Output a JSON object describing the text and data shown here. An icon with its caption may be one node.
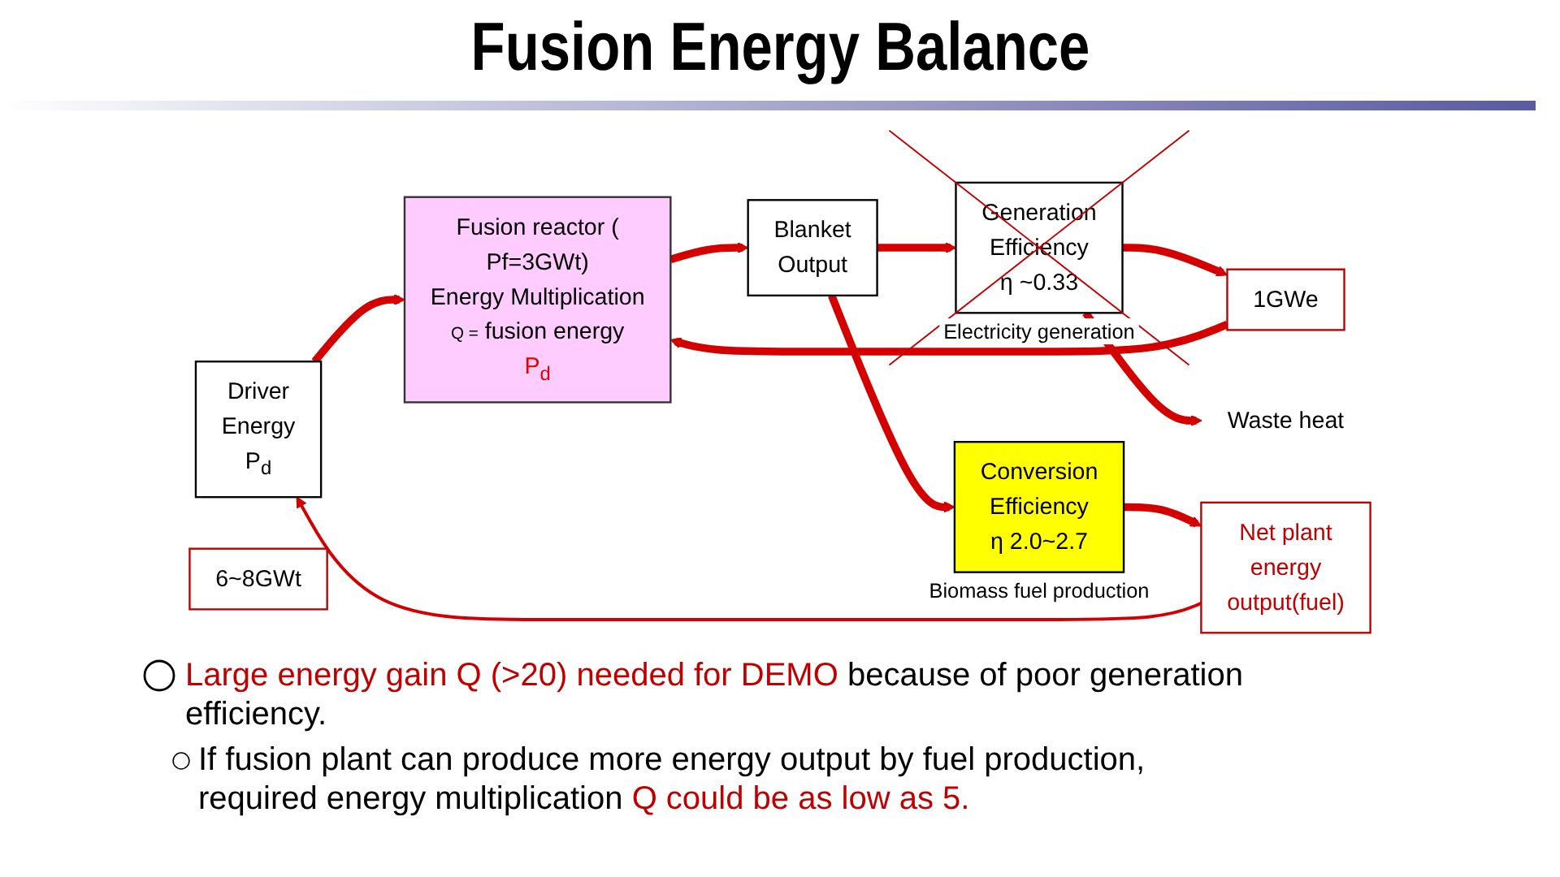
{
  "diagram": {
    "title": "Fusion Energy Balance",
    "nodes": [
      {
        "text": [
          "Driver Energy P$_{d}$"
        ]
      },
      {
        "text": [
          "Fusion reactor ( Pf=3GWt) Energy Multiplication",
          "Q =",
          "fusion energy",
          "P$_{d}$"
        ]
      },
      {
        "text": [
          "Blanket Output"
        ]
      },
      {
        "text": [
          "Net plant energy output(fuel)"
        ]
      },
      {
        "text": [
          "6~8GWt"
        ]
      },
      {
        "text": [
          "Conversion Efficiency η 2.0~2.7"
        ],
        "beside": [
          "Biomass fuel production"
        ]
      },
      {
        "text": [
          "Generation Efficiency η ~0.33"
        ],
        "beside": [
          "Electricity generation"
        ]
      },
      {
        "text": [
          "1GWe"
        ]
      },
      {
        "text": [
          "Waste heat"
        ]
      }
    ],
    "edges": [
      {
        "from": 0,
        "to": 1,
        "arrow": "to"
      },
      {
        "from": 1,
        "to": 2,
        "arrow": "to"
      },
      {
        "from": 2,
        "to": 6,
        "arrow": "to"
      },
      {
        "from": 2,
        "to": 5,
        "arrow": "to"
      },
      {
        "from": 5,
        "to": 3,
        "arrow": "to"
      },
      {
        "from": 3,
        "to": 0,
        "arrow": "to"
      },
      {
        "from": 6,
        "to": 7,
        "arrow": "to"
      },
      {
        "from": 7,
        "to": 1,
        "arrow": "to"
      },
      {
        "from": 6,
        "to": 8,
        "arrow": "to"
      }
    ],
    "labels": [
      "Large energy gain Q (>20) needed for DEMO because of poor generation efficiency.",
      "If fusion plant can produce more energy output by fuel production, required energy multiplication Q could be as low as 5."
    ]
  }
}
